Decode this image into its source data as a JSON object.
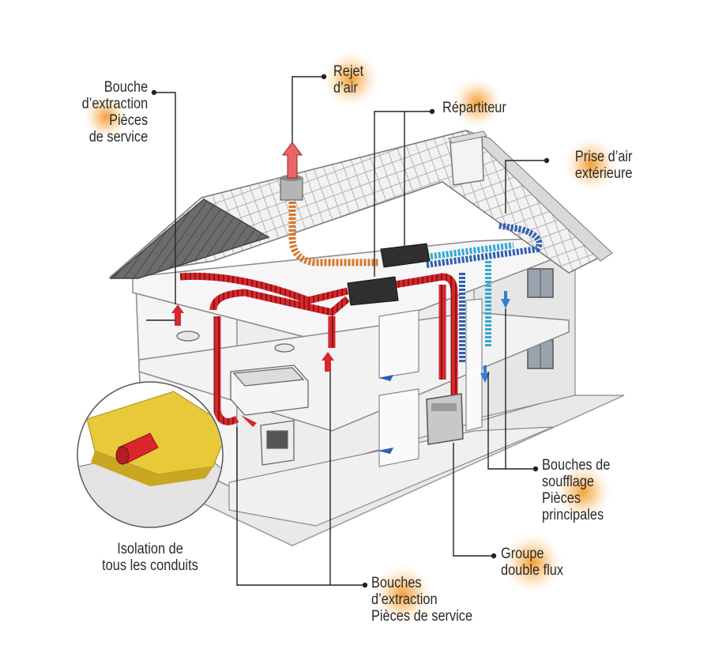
{
  "labels": {
    "bouche_extraction": [
      "Bouche",
      "d’extraction",
      "Pièces",
      "de service"
    ],
    "rejet_air": [
      "Rejet",
      "d’air"
    ],
    "repartiteur": [
      "Répartiteur"
    ],
    "prise_air": [
      "Prise d’air",
      "extérieure"
    ],
    "bouches_soufflage": [
      "Bouches de",
      "soufflage",
      "Pièces",
      "principales"
    ],
    "groupe_double_flux": [
      "Groupe",
      "double flux"
    ],
    "isolation": [
      "Isolation de",
      "tous les conduits"
    ],
    "bouches_extraction_service": [
      "Bouches",
      "d’extraction",
      "Pièces de service"
    ]
  },
  "colors": {
    "extract_duct": "#d8262c",
    "supply_duct": "#2f5fb3",
    "fresh_duct": "#33a9d6",
    "exhaust_duct": "#d9772b",
    "highlight": "#f5a33a",
    "leader": "#222222",
    "insulation": "#e8c93a"
  }
}
